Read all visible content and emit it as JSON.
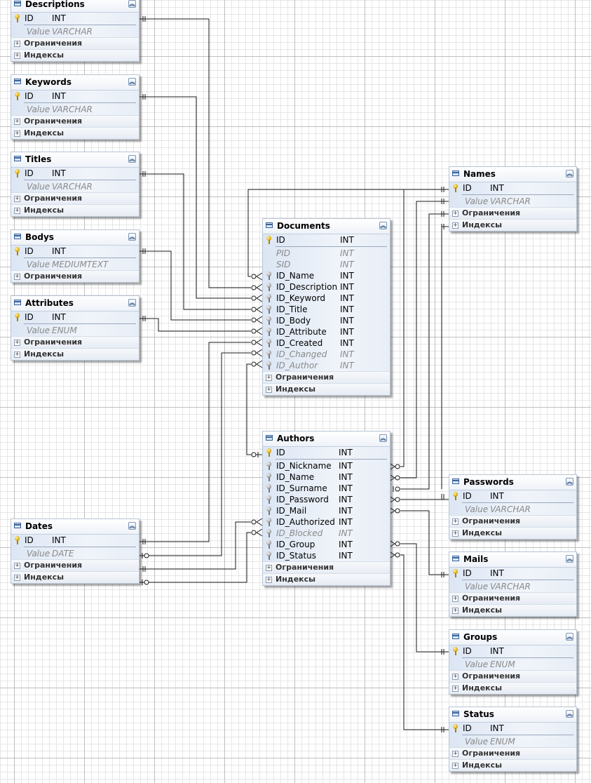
{
  "sections": {
    "constraints": "Ограничения",
    "indexes": "Индексы"
  },
  "tables": [
    {
      "key": "descriptions",
      "title": "Descriptions",
      "typeCol": 58,
      "fields": [
        {
          "name": "ID",
          "type": "INT",
          "kind": "pk"
        },
        {
          "name": "Value",
          "type": "VARCHAR",
          "kind": "value"
        }
      ],
      "sections": [
        "constraints",
        "indexes"
      ]
    },
    {
      "key": "keywords",
      "title": "Keywords",
      "typeCol": 58,
      "fields": [
        {
          "name": "ID",
          "type": "INT",
          "kind": "pk"
        },
        {
          "name": "Value",
          "type": "VARCHAR",
          "kind": "value"
        }
      ],
      "sections": [
        "constraints",
        "indexes"
      ]
    },
    {
      "key": "titles",
      "title": "Titles",
      "typeCol": 58,
      "fields": [
        {
          "name": "ID",
          "type": "INT",
          "kind": "pk"
        },
        {
          "name": "Value",
          "type": "VARCHAR",
          "kind": "value"
        }
      ],
      "sections": [
        "constraints",
        "indexes"
      ]
    },
    {
      "key": "bodys",
      "title": "Bodys",
      "typeCol": 58,
      "fields": [
        {
          "name": "ID",
          "type": "INT",
          "kind": "pk"
        },
        {
          "name": "Value",
          "type": "MEDIUMTEXT",
          "kind": "value"
        }
      ],
      "sections": [
        "constraints"
      ]
    },
    {
      "key": "attributes",
      "title": "Attributes",
      "typeCol": 58,
      "fields": [
        {
          "name": "ID",
          "type": "INT",
          "kind": "pk"
        },
        {
          "name": "Value",
          "type": "ENUM",
          "kind": "value"
        }
      ],
      "sections": [
        "constraints",
        "indexes"
      ]
    },
    {
      "key": "dates",
      "title": "Dates",
      "typeCol": 58,
      "fields": [
        {
          "name": "ID",
          "type": "INT",
          "kind": "pk"
        },
        {
          "name": "Value",
          "type": "DATE",
          "kind": "value"
        }
      ],
      "sections": [
        "constraints",
        "indexes"
      ]
    },
    {
      "key": "documents",
      "title": "Documents",
      "typeCol": 110,
      "fields": [
        {
          "name": "ID",
          "type": "INT",
          "kind": "pk"
        },
        {
          "name": "PID",
          "type": "INT",
          "kind": "italic"
        },
        {
          "name": "SID",
          "type": "INT",
          "kind": "italic"
        },
        {
          "name": "ID_Name",
          "type": "INT",
          "kind": "fk"
        },
        {
          "name": "ID_Description",
          "type": "INT",
          "kind": "fk"
        },
        {
          "name": "ID_Keyword",
          "type": "INT",
          "kind": "fk"
        },
        {
          "name": "ID_Title",
          "type": "INT",
          "kind": "fk"
        },
        {
          "name": "ID_Body",
          "type": "INT",
          "kind": "fk"
        },
        {
          "name": "ID_Attribute",
          "type": "INT",
          "kind": "fk"
        },
        {
          "name": "ID_Created",
          "type": "INT",
          "kind": "fk"
        },
        {
          "name": "ID_Changed",
          "type": "INT",
          "kind": "fk-italic"
        },
        {
          "name": "ID_Author",
          "type": "INT",
          "kind": "fk-italic"
        }
      ],
      "sections": [
        "constraints",
        "indexes"
      ]
    },
    {
      "key": "authors",
      "title": "Authors",
      "typeCol": 108,
      "fields": [
        {
          "name": "ID",
          "type": "INT",
          "kind": "pk"
        },
        {
          "name": "ID_Nickname",
          "type": "INT",
          "kind": "fk"
        },
        {
          "name": "ID_Name",
          "type": "INT",
          "kind": "fk"
        },
        {
          "name": "ID_Surname",
          "type": "INT",
          "kind": "fk"
        },
        {
          "name": "ID_Password",
          "type": "INT",
          "kind": "fk"
        },
        {
          "name": "ID_Mail",
          "type": "INT",
          "kind": "fk"
        },
        {
          "name": "ID_Authorized",
          "type": "INT",
          "kind": "fk"
        },
        {
          "name": "ID_Blocked",
          "type": "INT",
          "kind": "fk-italic"
        },
        {
          "name": "ID_Group",
          "type": "INT",
          "kind": "fk"
        },
        {
          "name": "ID_Status",
          "type": "INT",
          "kind": "fk"
        }
      ],
      "sections": [
        "constraints",
        "indexes"
      ]
    },
    {
      "key": "names",
      "title": "Names",
      "typeCol": 58,
      "fields": [
        {
          "name": "ID",
          "type": "INT",
          "kind": "pk"
        },
        {
          "name": "Value",
          "type": "VARCHAR",
          "kind": "value"
        }
      ],
      "sections": [
        "constraints",
        "indexes"
      ]
    },
    {
      "key": "passwords",
      "title": "Passwords",
      "typeCol": 58,
      "fields": [
        {
          "name": "ID",
          "type": "INT",
          "kind": "pk"
        },
        {
          "name": "Value",
          "type": "VARCHAR",
          "kind": "value"
        }
      ],
      "sections": [
        "constraints",
        "indexes"
      ]
    },
    {
      "key": "mails",
      "title": "Mails",
      "typeCol": 58,
      "fields": [
        {
          "name": "ID",
          "type": "INT",
          "kind": "pk"
        },
        {
          "name": "Value",
          "type": "VARCHAR",
          "kind": "value"
        }
      ],
      "sections": [
        "constraints",
        "indexes"
      ]
    },
    {
      "key": "groups",
      "title": "Groups",
      "typeCol": 58,
      "fields": [
        {
          "name": "ID",
          "type": "INT",
          "kind": "pk"
        },
        {
          "name": "Value",
          "type": "ENUM",
          "kind": "value"
        }
      ],
      "sections": [
        "constraints",
        "indexes"
      ]
    },
    {
      "key": "status",
      "title": "Status",
      "typeCol": 58,
      "fields": [
        {
          "name": "ID",
          "type": "INT",
          "kind": "pk"
        },
        {
          "name": "Value",
          "type": "ENUM",
          "kind": "value"
        }
      ],
      "sections": [
        "constraints",
        "indexes"
      ]
    }
  ]
}
